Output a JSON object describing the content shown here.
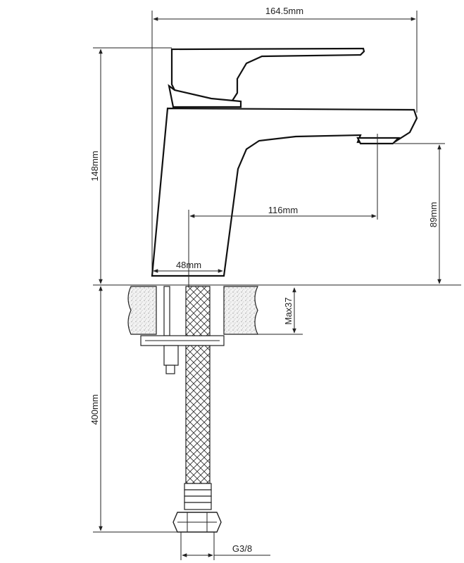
{
  "dimensions": {
    "overall_width": "164.5mm",
    "overall_height": "148mm",
    "spout_reach": "116mm",
    "spout_height": "89mm",
    "base_diameter": "48mm",
    "max_countertop": "Max37",
    "hose_length": "400mm",
    "thread": "G3/8"
  },
  "colors": {
    "line": "#222222",
    "stone": "#e6e6e6"
  }
}
